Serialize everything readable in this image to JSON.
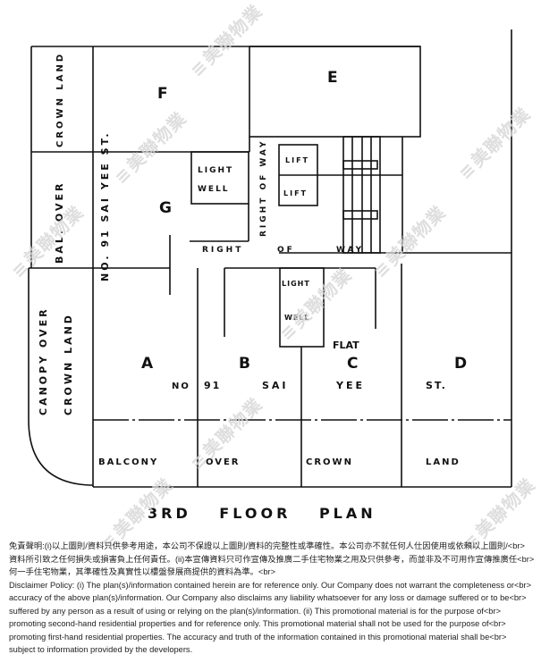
{
  "plan": {
    "title": "3RD FLOOR PLAN",
    "flats": [
      "A",
      "B",
      "C",
      "D",
      "E",
      "F",
      "G"
    ],
    "flat_label": "FLAT",
    "left_labels": {
      "crown_land": "CROWN LAND",
      "bal_over": "BAL. OVER",
      "canopy_over": "CANOPY OVER",
      "crown_land_2": "CROWN LAND"
    },
    "street_vertical": "NO. 91 SAI YEE ST.",
    "street_row": [
      "NO",
      "91",
      "SAI",
      "YEE",
      "ST."
    ],
    "light_well": [
      "LIGHT",
      "WELL"
    ],
    "lift": "LIFT",
    "right_of_way": "RIGHT OF WAY",
    "right_of_way_words": [
      "RIGHT",
      "OF",
      "WAY"
    ],
    "balcony_row": [
      "BALCONY",
      "OVER",
      "CROWN",
      "LAND"
    ]
  },
  "watermark": "美聯物業",
  "disclaimer": {
    "zh": [
      "免責聲明:(i)以上圖則/資料只供參考用途，本公司不保證以上圖則/資料的完整性或準確性。本公司亦不就任何人仕因使用或依賴以上圖則/<br>",
      "資料所引致之任何損失或損害負上任何責任。(ii)本宣傳資料只可作宣傳及推廣二手住宅物業之用及只供參考，而並非及不可用作宣傳推廣任<br>",
      "何一手住宅物業，其準確性及真實性以樓盤發展商提供的資料為準。<br>"
    ],
    "en": [
      "Disclaimer Policy: (i) The plan(s)/information contained herein are for reference only. Our Company does not warrant the completeness or<br>",
      "accuracy of the above plan(s)/information. Our Company also disclaims any liability whatsoever for any loss or damage suffered or to be<br>",
      "suffered by any person as a result of using or relying on the plan(s)/information. (ii) This promotional material is for the purpose of<br>",
      "promoting second-hand residential properties and for reference only. This promotional material shall not be used for the purpose of<br>",
      "promoting first-hand residential properties. The accuracy and truth of the information contained in this promotional material shall be<br>",
      "subject to information provided by the developers."
    ]
  }
}
